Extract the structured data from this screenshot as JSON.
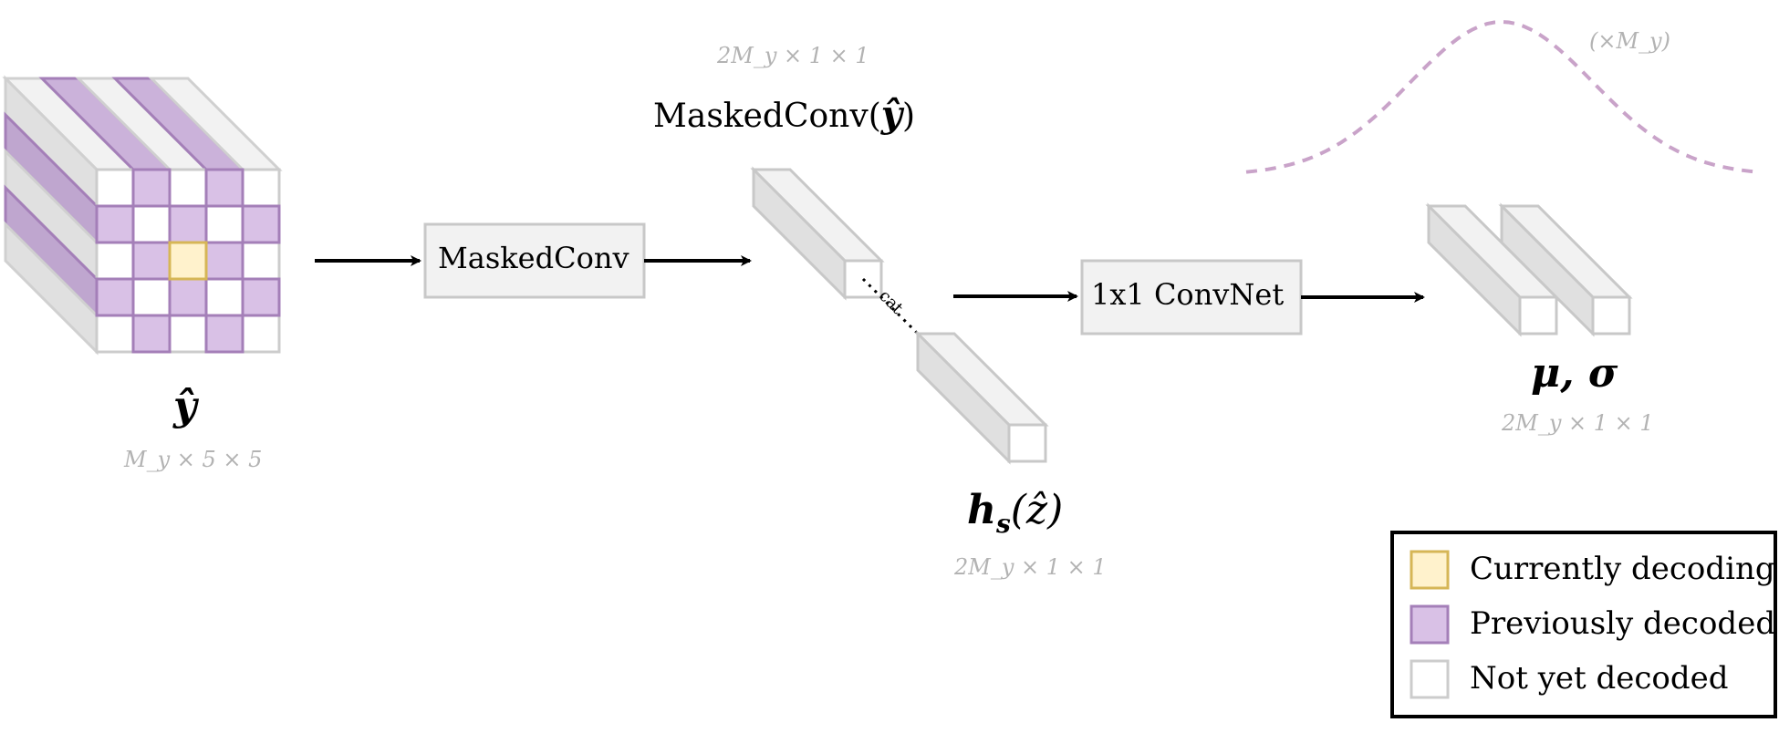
{
  "colors": {
    "current_fill": "#fff2cc",
    "current_stroke": "#d6b656",
    "previous_fill": "#d9c1e6",
    "previous_stroke": "#a47fb8",
    "notyet_fill": "#ffffff",
    "notyet_stroke": "#cccccc",
    "block_fill": "#f2f2f2",
    "block_stroke": "#c8c8c8",
    "distribution_curve": "#c9a3c9",
    "arrow": "#000000"
  },
  "input": {
    "symbol": "ŷ",
    "dims": "M_y × 5 × 5"
  },
  "masked_conv_box": {
    "label": "MaskedConv"
  },
  "masked_output": {
    "label_prefix": "MaskedConv(",
    "label_symbol": "ŷ",
    "label_suffix": ")",
    "dims": "2M_y × 1 × 1"
  },
  "cat_label": "cat",
  "hyper": {
    "label_prefix": "h",
    "label_sub": "s",
    "label_paren": "(ẑ)",
    "dims": "2M_y × 1 × 1"
  },
  "convnet_box": {
    "label": "1x1 ConvNet"
  },
  "output": {
    "label": "μ, σ",
    "dims": "2M_y × 1 × 1"
  },
  "distribution": {
    "multiplier": "(×M_y)"
  },
  "legend": {
    "items": [
      {
        "label": "Currently decoding",
        "swatch": "current"
      },
      {
        "label": "Previously decoded",
        "swatch": "previous"
      },
      {
        "label": "Not yet decoded",
        "swatch": "notyet"
      }
    ]
  },
  "grid_state": [
    [
      "notyet",
      "previous",
      "notyet",
      "previous",
      "notyet"
    ],
    [
      "previous",
      "notyet",
      "previous",
      "notyet",
      "previous"
    ],
    [
      "notyet",
      "previous",
      "current",
      "previous",
      "notyet"
    ],
    [
      "previous",
      "notyet",
      "previous",
      "notyet",
      "previous"
    ],
    [
      "notyet",
      "previous",
      "notyet",
      "previous",
      "notyet"
    ]
  ]
}
